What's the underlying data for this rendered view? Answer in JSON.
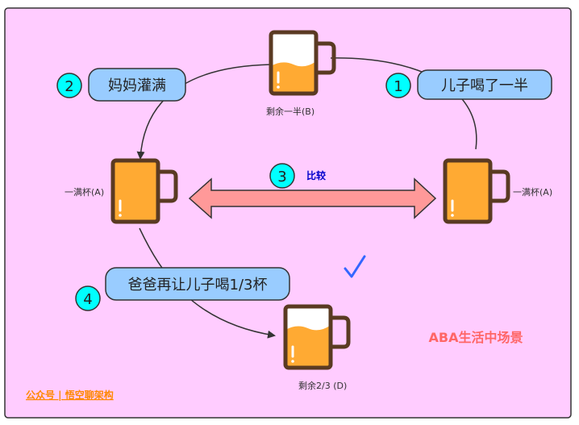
{
  "colors": {
    "background": "#ffccff",
    "border": "#333333",
    "label_box": "#99ccff",
    "circle": "#00ffff",
    "beer": "#ffaa33",
    "mug_outline": "#5a3a22",
    "double_arrow": "#ff9999",
    "title": "#ff6666",
    "footer": "#ff8800",
    "compare": "#0000cc",
    "check": "#3366ff"
  },
  "steps": [
    {
      "num": "1",
      "label": "儿子喝了一半"
    },
    {
      "num": "2",
      "label": "妈妈灌满"
    },
    {
      "num": "3",
      "label": "比较"
    },
    {
      "num": "4",
      "label": "爸爸再让儿子喝1/3杯"
    }
  ],
  "mugs": {
    "top": {
      "caption": "剩余一半(B)",
      "fill": 0.5
    },
    "left": {
      "caption": "一满杯(A)",
      "fill": 1.0
    },
    "right": {
      "caption": "一满杯(A)",
      "fill": 1.0
    },
    "bottom": {
      "caption": "剩余2/3 (D)",
      "fill": 0.67
    }
  },
  "title": "ABA生活中场景",
  "footer": "公众号 | 悟空聊架构"
}
